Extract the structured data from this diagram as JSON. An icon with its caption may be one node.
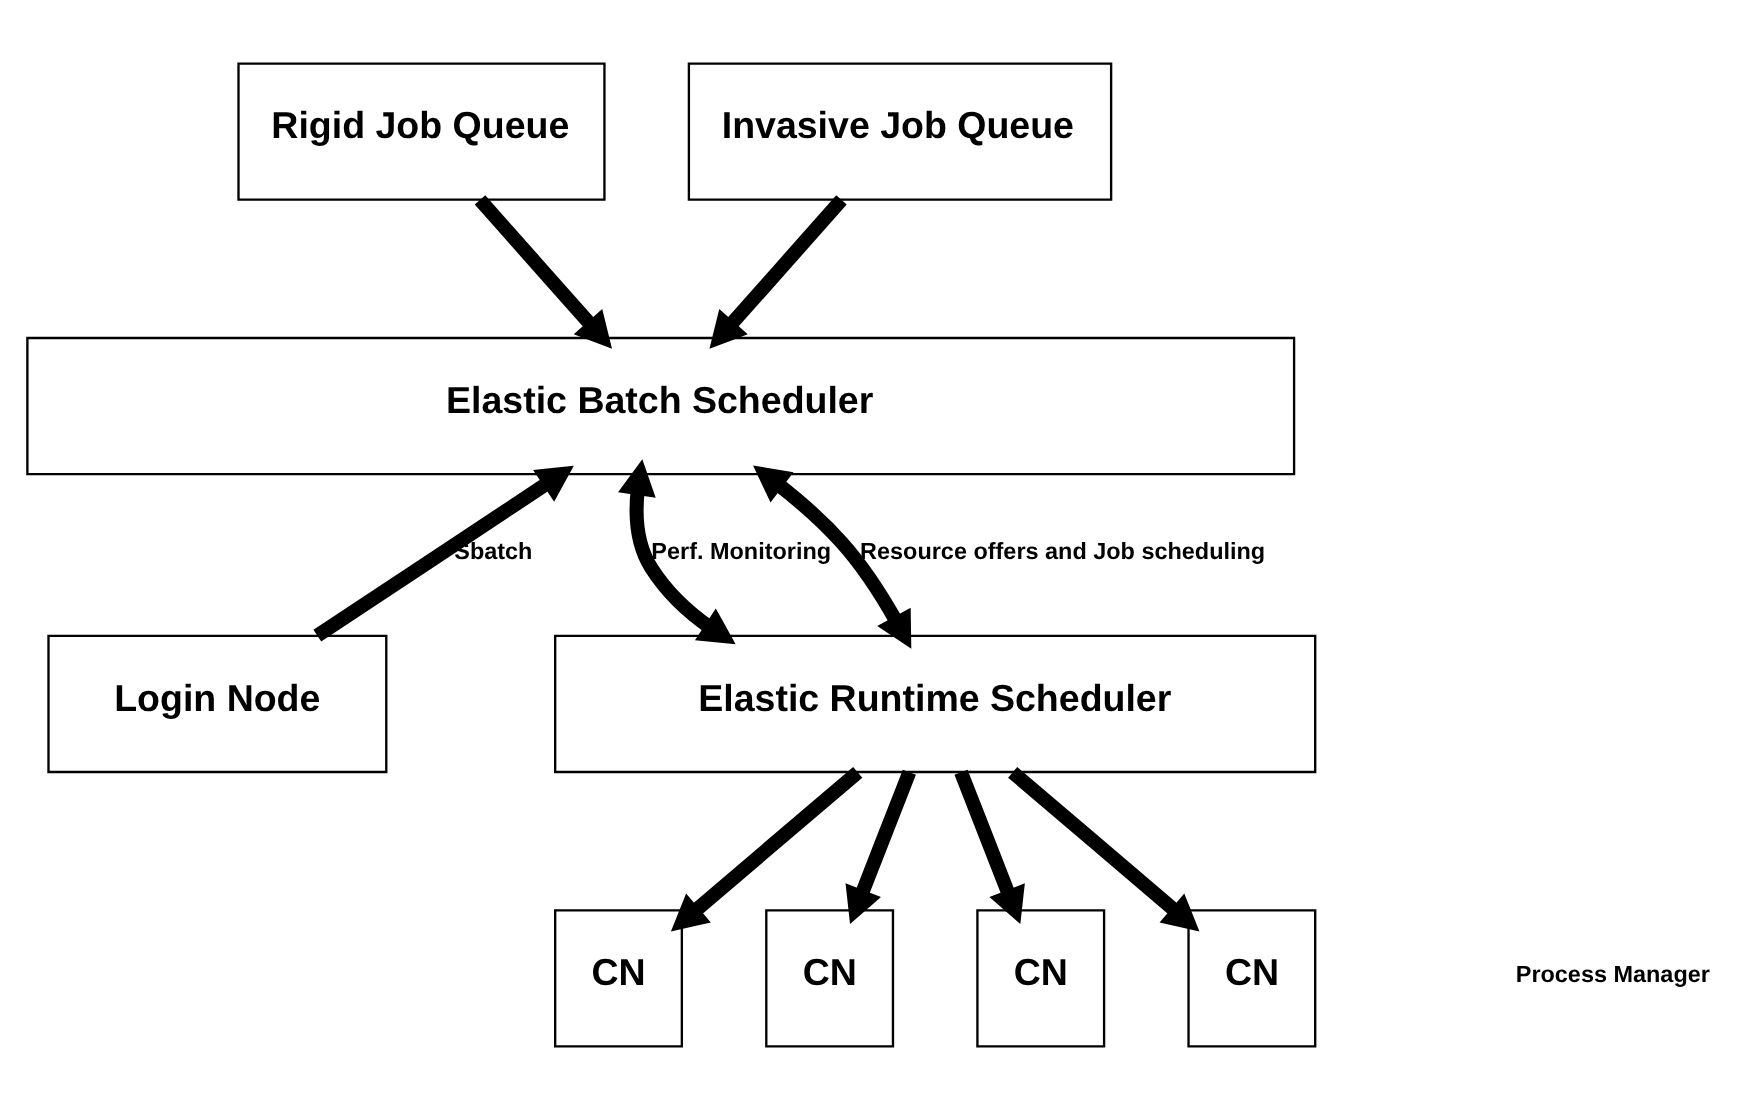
{
  "diagram": {
    "nodes": [
      {
        "text": [
          "Rigid Job Queue"
        ]
      },
      {
        "text": [
          "Invasive Job Queue"
        ]
      },
      {
        "text": [
          "Elastic Batch Scheduler"
        ]
      },
      {
        "text": [
          "Login Node"
        ]
      },
      {
        "text": [
          "Elastic Runtime Scheduler"
        ]
      },
      {
        "text": [
          "CN"
        ]
      },
      {
        "text": [
          "CN"
        ]
      },
      {
        "text": [
          "CN"
        ]
      },
      {
        "text": [
          "CN"
        ]
      }
    ],
    "edges": [
      {
        "from": 0,
        "to": 2,
        "arrow": "to"
      },
      {
        "from": 1,
        "to": 2,
        "arrow": "to"
      },
      {
        "from": 3,
        "to": 2,
        "arrow": "to",
        "label": "Sbatch"
      },
      {
        "from": 2,
        "to": 4,
        "arrow": "both",
        "label": "Perf. Monitoring"
      },
      {
        "from": 2,
        "to": 4,
        "arrow": "both",
        "label": "Resource offers and Job scheduling"
      },
      {
        "from": 4,
        "to": 5,
        "arrow": "to"
      },
      {
        "from": 4,
        "to": 6,
        "arrow": "to"
      },
      {
        "from": 4,
        "to": 7,
        "arrow": "to"
      },
      {
        "from": 4,
        "to": 8,
        "arrow": "to"
      }
    ],
    "labels": [
      "Process Manager"
    ]
  }
}
